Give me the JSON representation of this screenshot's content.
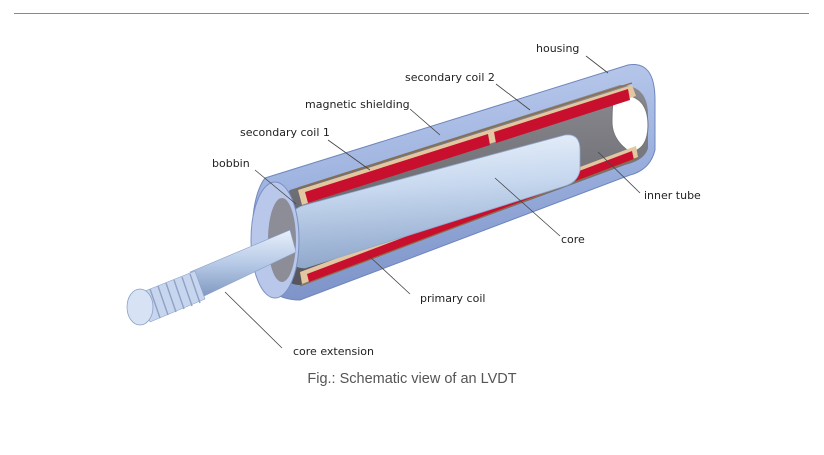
{
  "diagram": {
    "labels": {
      "housing": "housing",
      "secondary_coil_2": "secondary coil 2",
      "magnetic_shielding": "magnetic shielding",
      "secondary_coil_1": "secondary coil 1",
      "bobbin": "bobbin",
      "inner_tube": "inner tube",
      "core": "core",
      "primary_coil": "primary coil",
      "core_extension": "core extension"
    },
    "colors": {
      "rule": "#1fb7b3",
      "housing": "#9fb4e0",
      "coil": "#c8102e",
      "bobbin": "#e3c7a0",
      "core": "#c9d9ef",
      "inner_tube": "#6f6f76"
    }
  },
  "caption": "Fig.: Schematic view of an LVDT"
}
